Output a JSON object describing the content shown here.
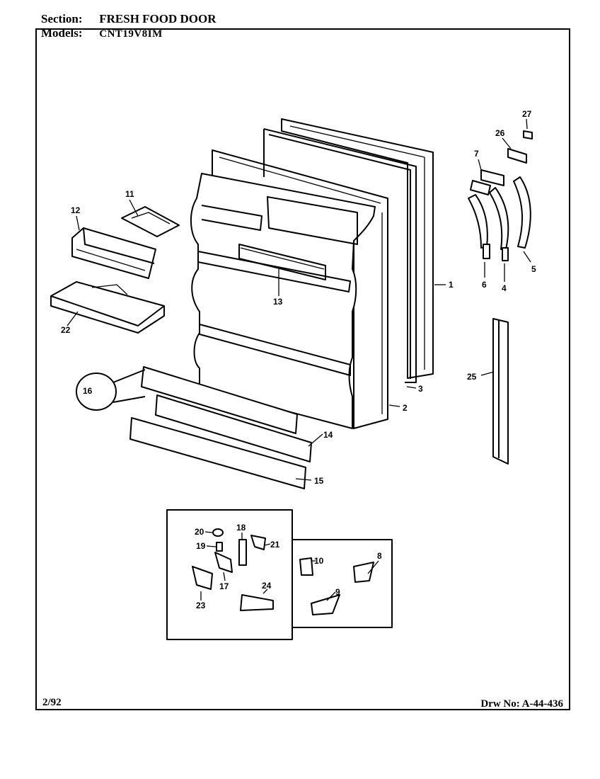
{
  "header": {
    "section_label": "Section:",
    "section_value": "FRESH FOOD DOOR",
    "models_label": "Models:",
    "models_value": "CNT19V8IM"
  },
  "footer": {
    "date": "2/92",
    "drawing_number": "Drw No: A-44-436"
  },
  "callouts": {
    "c1": "1",
    "c2": "2",
    "c3": "3",
    "c4": "4",
    "c5": "5",
    "c6": "6",
    "c7": "7",
    "c8": "8",
    "c9": "9",
    "c10": "10",
    "c11": "11",
    "c12": "12",
    "c13": "13",
    "c14": "14",
    "c15": "15",
    "c16": "16",
    "c17": "17",
    "c18": "18",
    "c19": "19",
    "c20": "20",
    "c21": "21",
    "c22": "22",
    "c23": "23",
    "c24": "24",
    "c25": "25",
    "c26": "26",
    "c27": "27"
  }
}
